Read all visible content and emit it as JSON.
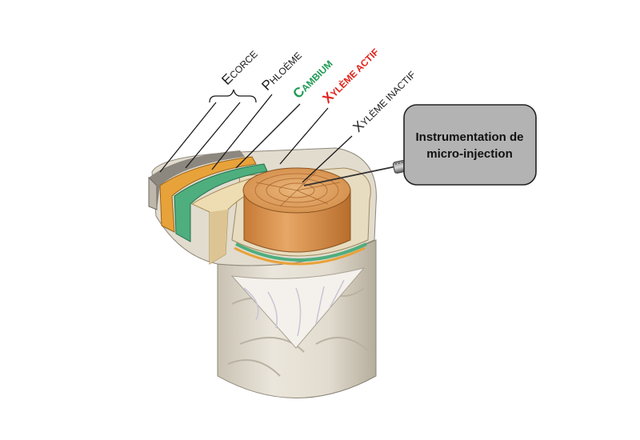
{
  "labels": {
    "ecorce": {
      "first": "E",
      "rest": "CORCE"
    },
    "phloeme": {
      "first": "P",
      "rest": "HLOÈME"
    },
    "cambium": {
      "first": "C",
      "rest": "AMBIUM"
    },
    "xyleme_actif": {
      "first": "X",
      "rest": "YLÈME ACTIF"
    },
    "xyleme_inactif": {
      "first": "X",
      "rest": "YLÈME INACTIF"
    }
  },
  "callout": {
    "line1": "Instrumentation de",
    "line2": "micro-injection"
  },
  "colors": {
    "cambium": "#1f9a55",
    "xyleme_actif": "#e2231a",
    "default_text": "#1a1a1a",
    "callout_fill": "#b3b3b3",
    "bark_outer": "#e6e2d8",
    "phloem": "#e8a23a",
    "cambium_layer": "#4fae7e",
    "sapwood": "#eeddb3",
    "heartwood": "#d48a45"
  },
  "icons": {
    "callout_box": "rounded-rectangle-callout",
    "probe": "micro-injection-needle-icon"
  }
}
